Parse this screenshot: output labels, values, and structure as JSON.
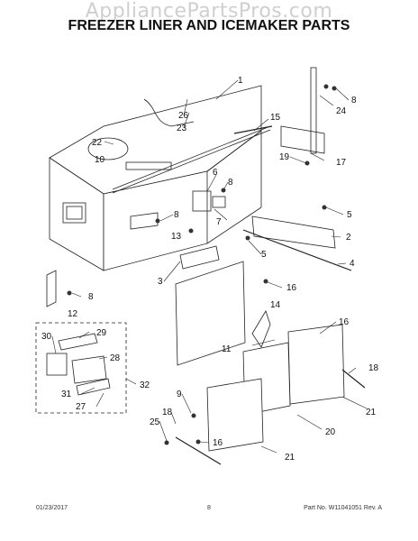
{
  "watermark": "AppliancePartsPros.com",
  "title": "FREEZER LINER AND ICEMAKER PARTS",
  "callouts": [
    "1",
    "2",
    "3",
    "4",
    "5",
    "5",
    "6",
    "7",
    "8",
    "8",
    "8",
    "8",
    "9",
    "10",
    "11",
    "12",
    "13",
    "14",
    "15",
    "16",
    "16",
    "16",
    "17",
    "18",
    "18",
    "19",
    "20",
    "21",
    "21",
    "22",
    "23",
    "24",
    "25",
    "26",
    "27",
    "28",
    "29",
    "30",
    "31",
    "32"
  ],
  "footer": {
    "date": "01/23/2017",
    "page": "8",
    "part": "Part No. W11041051  Rev. A"
  }
}
